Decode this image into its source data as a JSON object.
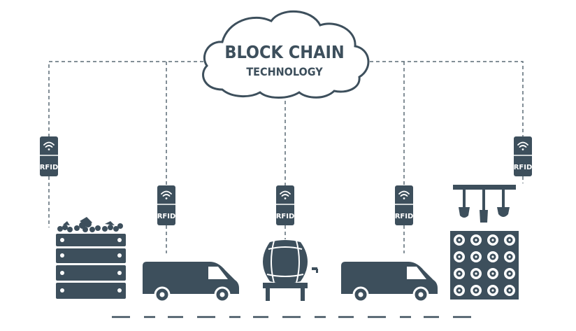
{
  "cloud": {
    "title_line1": "BLOCK CHAIN",
    "title_line2": "TECHNOLOGY"
  },
  "tags": [
    {
      "id": "tag-vineyard",
      "label": "RFID",
      "icon": "wifi-icon"
    },
    {
      "id": "tag-van-1",
      "label": "RFID",
      "icon": "wifi-icon"
    },
    {
      "id": "tag-barrel",
      "label": "RFID",
      "icon": "wifi-icon"
    },
    {
      "id": "tag-van-2",
      "label": "RFID",
      "icon": "wifi-icon"
    },
    {
      "id": "tag-retail",
      "label": "RFID",
      "icon": "wifi-icon"
    }
  ],
  "stages": [
    {
      "name": "grape-crate",
      "icon": "grape-crate-icon"
    },
    {
      "name": "delivery-van",
      "icon": "van-icon"
    },
    {
      "name": "wine-barrel",
      "icon": "barrel-icon"
    },
    {
      "name": "delivery-van",
      "icon": "van-icon"
    },
    {
      "name": "wine-rack",
      "icon": "wine-rack-icon"
    }
  ],
  "colors": {
    "primary": "#3d4f5c",
    "dash": "#5a6a75",
    "background": "#ffffff"
  }
}
